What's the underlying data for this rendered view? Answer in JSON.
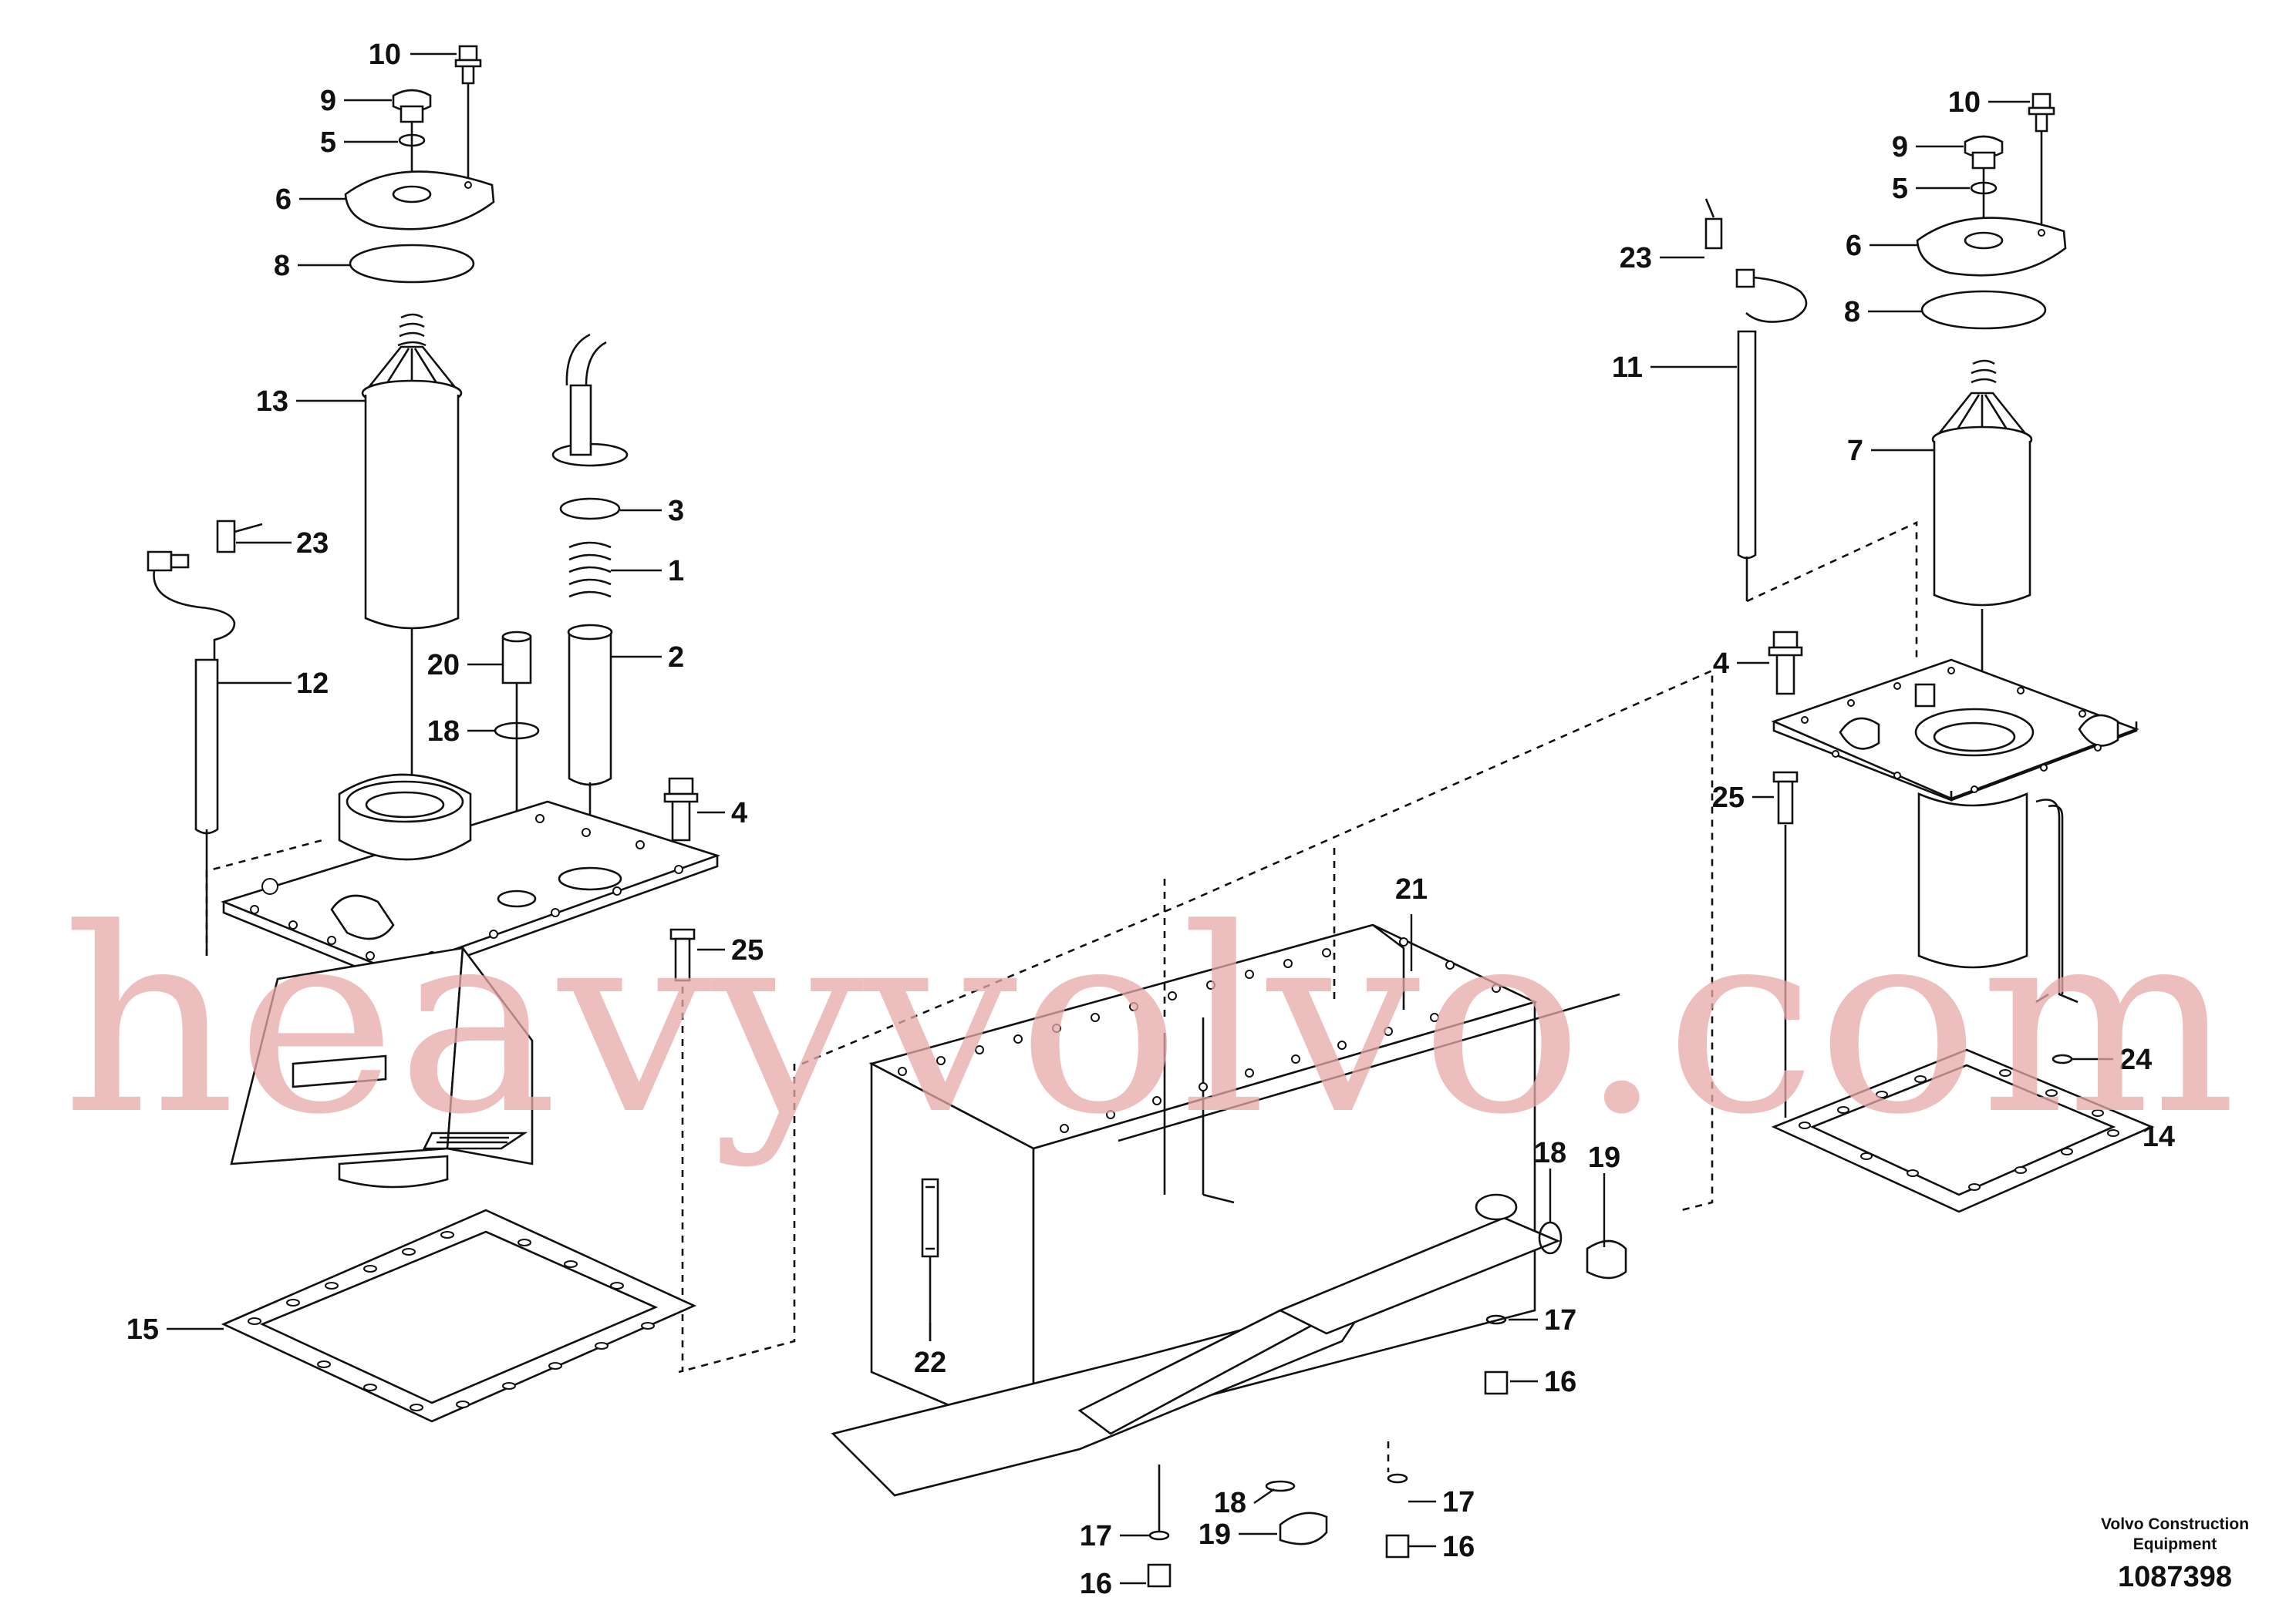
{
  "diagram": {
    "watermark": "heavyvolvo.com",
    "caption": {
      "brand_line1": "Volvo Construction",
      "brand_line2": "Equipment",
      "drawing_number": "1087398"
    },
    "labels": [
      {
        "id": "l10a",
        "text": "10"
      },
      {
        "id": "l9a",
        "text": "9"
      },
      {
        "id": "l5a",
        "text": "5"
      },
      {
        "id": "l6a",
        "text": "6"
      },
      {
        "id": "l8a",
        "text": "8"
      },
      {
        "id": "l13",
        "text": "13"
      },
      {
        "id": "l3",
        "text": "3"
      },
      {
        "id": "l1",
        "text": "1"
      },
      {
        "id": "l2",
        "text": "2"
      },
      {
        "id": "l23a",
        "text": "23"
      },
      {
        "id": "l12",
        "text": "12"
      },
      {
        "id": "l20",
        "text": "20"
      },
      {
        "id": "l18a",
        "text": "18"
      },
      {
        "id": "l4a",
        "text": "4"
      },
      {
        "id": "l25a",
        "text": "25"
      },
      {
        "id": "l15",
        "text": "15"
      },
      {
        "id": "l21",
        "text": "21"
      },
      {
        "id": "l22",
        "text": "22"
      },
      {
        "id": "l18b",
        "text": "18"
      },
      {
        "id": "l19b",
        "text": "19"
      },
      {
        "id": "l17a",
        "text": "17"
      },
      {
        "id": "l16a",
        "text": "16"
      },
      {
        "id": "l17b",
        "text": "17"
      },
      {
        "id": "l16b",
        "text": "16"
      },
      {
        "id": "l18c",
        "text": "18"
      },
      {
        "id": "l19c",
        "text": "19"
      },
      {
        "id": "l17c",
        "text": "17"
      },
      {
        "id": "l16c",
        "text": "16"
      },
      {
        "id": "l10b",
        "text": "10"
      },
      {
        "id": "l9b",
        "text": "9"
      },
      {
        "id": "l5b",
        "text": "5"
      },
      {
        "id": "l6b",
        "text": "6"
      },
      {
        "id": "l8b",
        "text": "8"
      },
      {
        "id": "l23b",
        "text": "23"
      },
      {
        "id": "l11",
        "text": "11"
      },
      {
        "id": "l7",
        "text": "7"
      },
      {
        "id": "l4b",
        "text": "4"
      },
      {
        "id": "l25b",
        "text": "25"
      },
      {
        "id": "l24",
        "text": "24"
      },
      {
        "id": "l14",
        "text": "14"
      }
    ]
  }
}
